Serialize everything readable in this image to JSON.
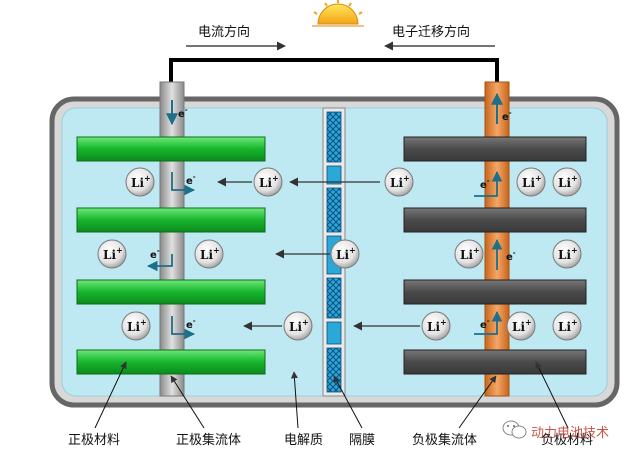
{
  "labels": {
    "current_direction": "电流方向",
    "electron_direction": "电子迁移方向",
    "cathode_material": "正极材料",
    "cathode_collector": "正极集流体",
    "electrolyte": "电解质",
    "separator": "隔膜",
    "anode_collector": "负极集流体",
    "anode_material": "负极材料"
  },
  "ion": {
    "base": "Li",
    "sup": "+"
  },
  "electron": "e",
  "electron_sup": "-",
  "watermark": "动力电池技术",
  "colors": {
    "cathode_material": "#22c23a",
    "anode_material": "#555555",
    "cathode_collector": "#a8a8a8",
    "anode_collector": "#e88a3a",
    "electrolyte": "#bfe9f2",
    "casing": "#6e6e6e",
    "separator": "#2aa8d8",
    "watermark": "#c0392b"
  },
  "icons": [
    "sun-icon",
    "wechat-icon"
  ]
}
